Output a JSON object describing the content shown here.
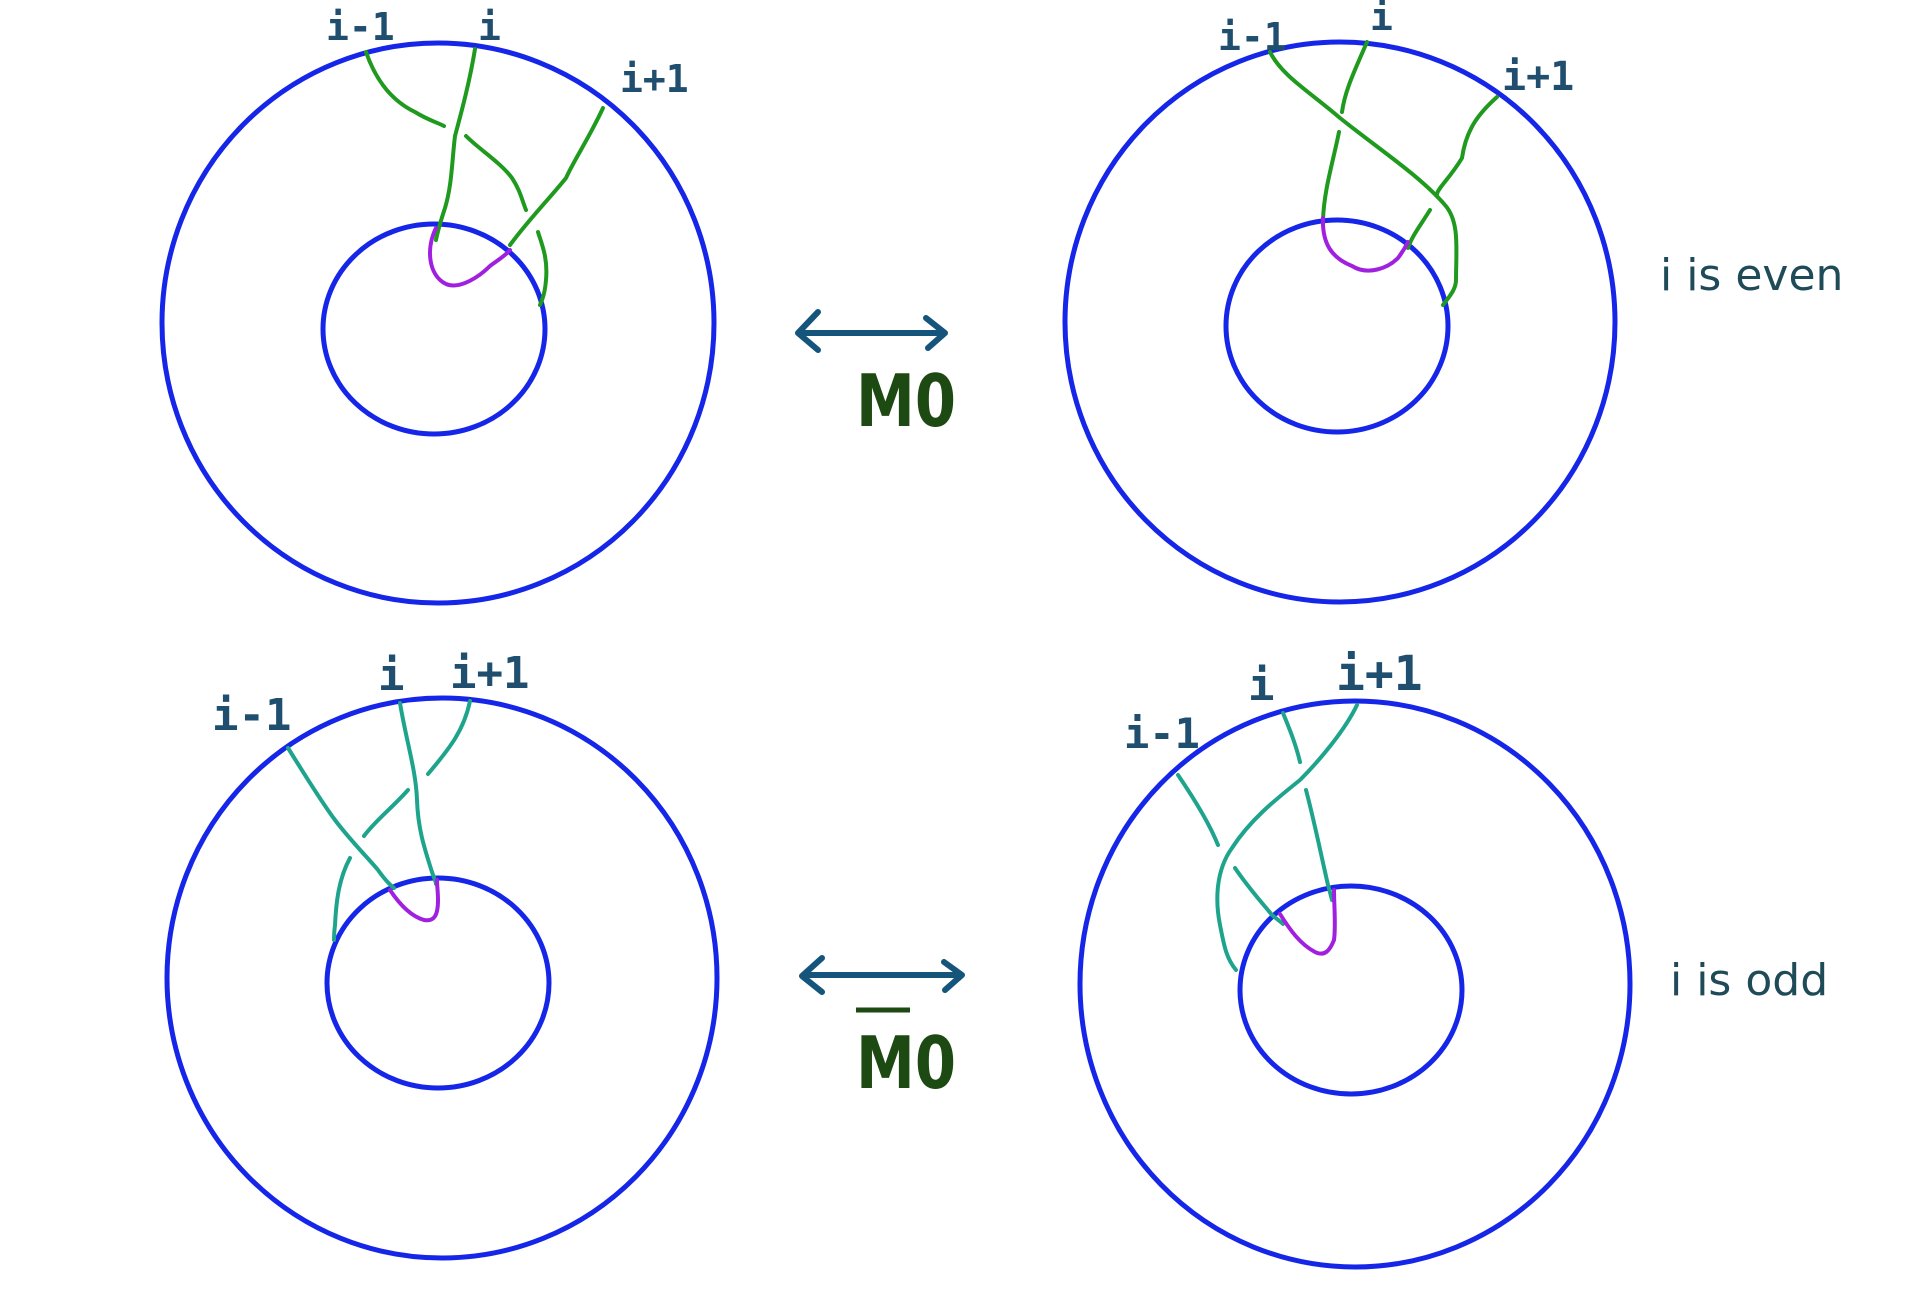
{
  "top_left": {
    "labels": [
      "i-1",
      "i",
      "i+1"
    ]
  },
  "top_right": {
    "labels": [
      "i-1",
      "i",
      "i+1"
    ]
  },
  "bottom_left": {
    "labels": [
      "i-1",
      "i",
      "i+1"
    ]
  },
  "bottom_right": {
    "labels": [
      "i-1",
      "i",
      "i+1"
    ]
  },
  "operators": {
    "top": "M0",
    "bottom": "M0"
  },
  "notes": {
    "even": "i is even",
    "odd": "i is odd"
  },
  "colors": {
    "circle": "#1526e8",
    "strand_green": "#1f9a1f",
    "strand_teal": "#1ea48c",
    "strand_purple": "#a020e0",
    "arrow": "#15557c",
    "operator_text": "#1d4a12",
    "label_text": "#1f4e6e"
  }
}
